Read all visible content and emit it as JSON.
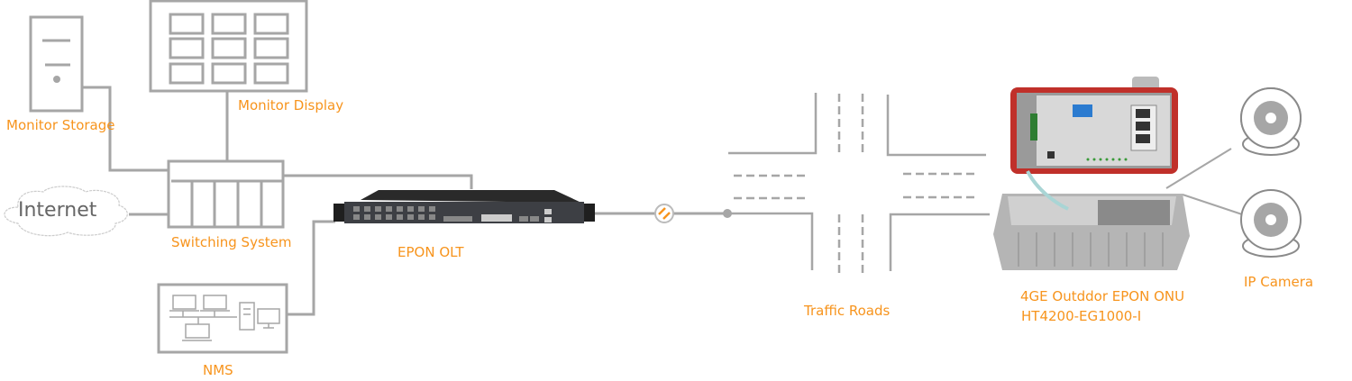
{
  "labels": {
    "monitor_storage": "Monitor Storage",
    "monitor_display": "Monitor Display",
    "internet": "Internet",
    "switching_system": "Switching System",
    "epon_olt": "EPON OLT",
    "nms": "NMS",
    "traffic_roads": "Traffic Roads",
    "onu_line1": "4GE Outddor EPON  ONU",
    "onu_line2": "HT4200-EG1000-I",
    "ip_camera": "IP Camera"
  },
  "colors": {
    "label": "#f7941d",
    "line": "#a6a6a6",
    "device": "#3a3a3a",
    "enclosure_seal": "#c0302a"
  }
}
